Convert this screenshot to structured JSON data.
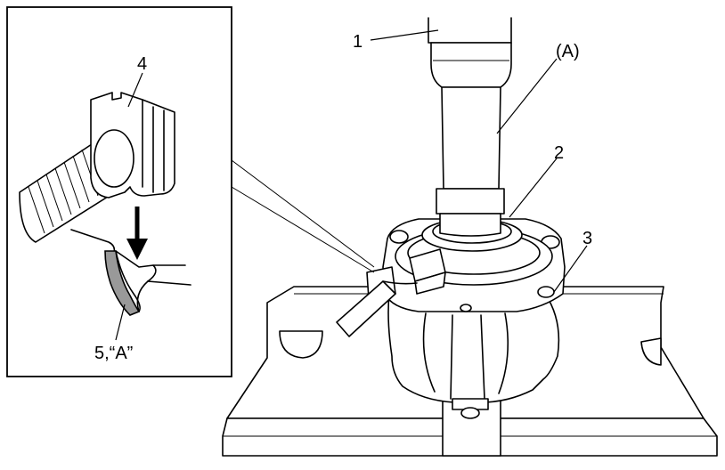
{
  "labels": {
    "press": "1",
    "tool_a": "(A)",
    "bearing": "2",
    "housing": "3",
    "cable_clamp": "4",
    "groove": "5,“A”"
  }
}
